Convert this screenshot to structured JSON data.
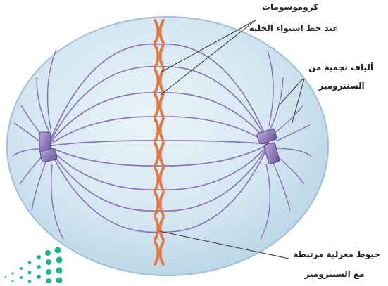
{
  "labels": {
    "chromosomes_line1": "كروموسومات",
    "chromosomes_line2": "عند خط استواء الخلية",
    "astral_line1": "ألياف نجمية من",
    "astral_line2": "السنترومير",
    "spindle_line1": "خيوط مغزلية مرتبطة",
    "spindle_line2": "مع السنترومير"
  },
  "colors": {
    "cell_fill": "#cfe3ee",
    "cell_edge": "#9fc0d6",
    "spindle_fiber": "#8a6fb8",
    "chromosome": "#e07a4a",
    "centriole": "#8c73b4",
    "logo": "#23b38c"
  }
}
